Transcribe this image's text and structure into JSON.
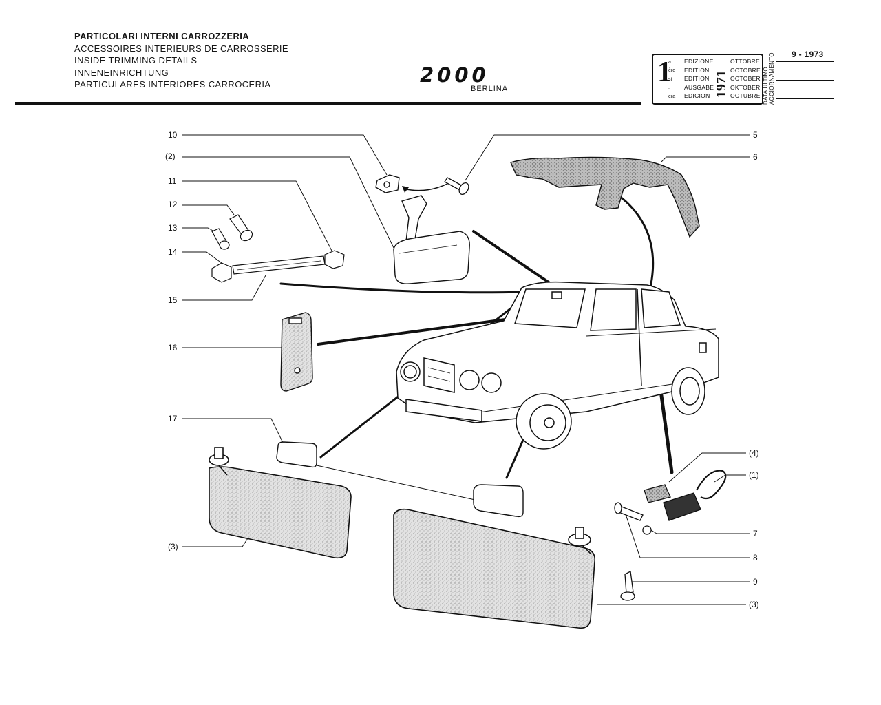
{
  "header": {
    "titles": [
      "PARTICOLARI INTERNI CARROZZERIA",
      "ACCESSOIRES INTERIEURS DE CARROSSERIE",
      "INSIDE TRIMMING DETAILS",
      "INNENEINRICHTUNG",
      "PARTICULARES INTERIORES CARROCERIA"
    ],
    "logo_text": "2000",
    "logo_subtitle": "BERLINA"
  },
  "edition_box": {
    "number": "1",
    "ordinals": [
      "a",
      "ère",
      "st",
      ".",
      "era"
    ],
    "edition_words": [
      "EDIZIONE",
      "EDITION",
      "EDITION",
      "AUSGABE",
      "EDICION"
    ],
    "year": "1971",
    "months": [
      "OTTOBRE",
      "OCTOBRE",
      "OCTOBER",
      "OKTOBER",
      "OCTUBRE"
    ],
    "update_label_1": "DATA ULTIMO",
    "update_label_2": "AGGIORNAMENTO",
    "update_date": "9 - 1973"
  },
  "callouts": {
    "c10": "10",
    "c2": "(2)",
    "c11": "11",
    "c12": "12",
    "c13": "13",
    "c14": "14",
    "c15": "15",
    "c16": "16",
    "c17": "17",
    "c3_left": "(3)",
    "c5": "5",
    "c6": "6",
    "c4": "(4)",
    "c1": "(1)",
    "c7": "7",
    "c8": "8",
    "c9": "9",
    "c3_right": "(3)"
  },
  "colors": {
    "ink": "#111111",
    "visor_fill": "#d9d9d9",
    "liner_fill": "#c9c9c9"
  }
}
